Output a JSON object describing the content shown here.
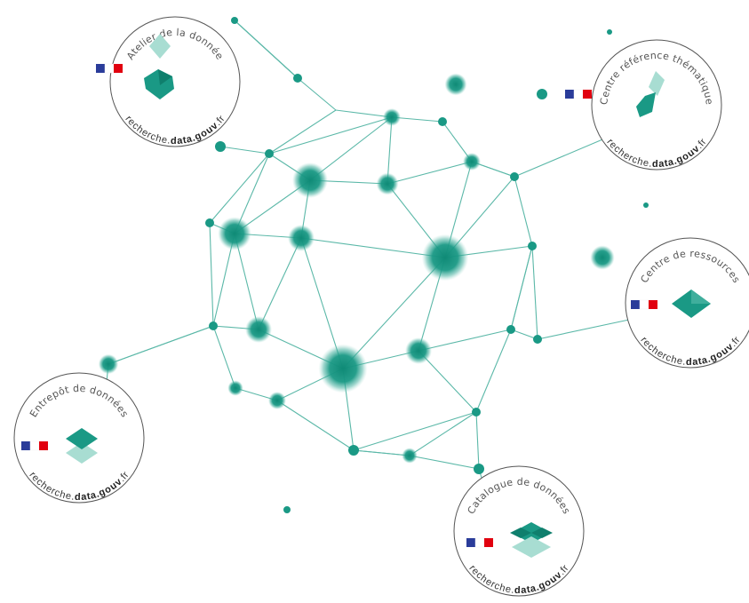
{
  "colors": {
    "teal": "#1a9985",
    "teal_dark": "#0f7f6d",
    "teal_light": "#8fd3c6",
    "line": "#5bb8a8",
    "badge_border": "#555555",
    "flag_blue": "#2a3c9a",
    "flag_red": "#e1000f"
  },
  "badges": [
    {
      "id": "atelier",
      "title": "Atelier de la donnée",
      "domain_prefix": "recherche.",
      "domain_bold": "data.gouv",
      "domain_suffix": ".fr",
      "icon": "atelier-logo-icon"
    },
    {
      "id": "centre-expertise",
      "title": "Centre référence thématique",
      "domain_prefix": "recherche.",
      "domain_bold": "data.gouv",
      "domain_suffix": ".fr",
      "icon": "centre-expertise-logo-icon"
    },
    {
      "id": "centre-ressources",
      "title": "Centre de ressources",
      "domain_prefix": "recherche.",
      "domain_bold": "data.gouv",
      "domain_suffix": ".fr",
      "icon": "centre-ressources-logo-icon"
    },
    {
      "id": "entrepot",
      "title": "Entrepôt de données",
      "domain_prefix": "recherche.",
      "domain_bold": "data.gouv",
      "domain_suffix": ".fr",
      "icon": "entrepot-logo-icon"
    },
    {
      "id": "catalogue",
      "title": "Catalogue de données",
      "domain_prefix": "recherche.",
      "domain_bold": "data.gouv",
      "domain_suffix": ".fr",
      "icon": "catalogue-logo-icon"
    }
  ]
}
